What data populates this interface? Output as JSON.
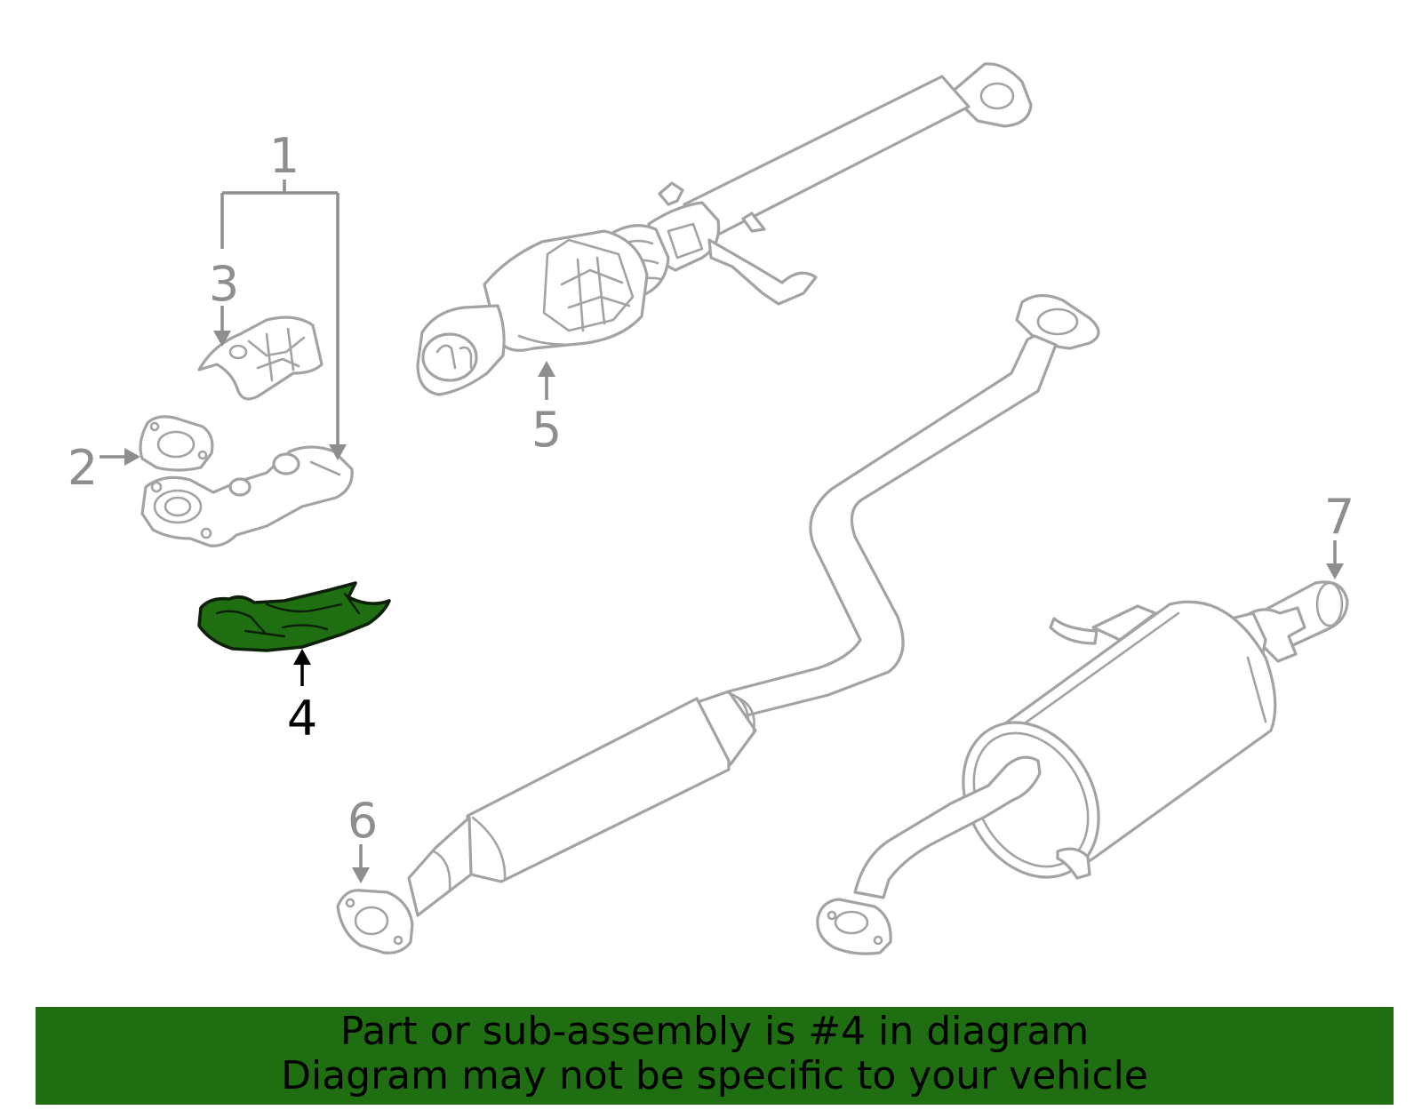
{
  "callouts": {
    "c1": "1",
    "c2": "2",
    "c3": "3",
    "c4": "4",
    "c5": "5",
    "c6": "6",
    "c7": "7"
  },
  "highlighted_part": "4",
  "colors": {
    "highlight": "#1f6e12",
    "outline": "#a3a3a3",
    "callout": "#8e8e8e",
    "banner": "#1f6e12"
  },
  "banner": {
    "line1": "Part or sub-assembly is #4 in diagram",
    "line2": "Diagram may not be specific to your vehicle"
  }
}
